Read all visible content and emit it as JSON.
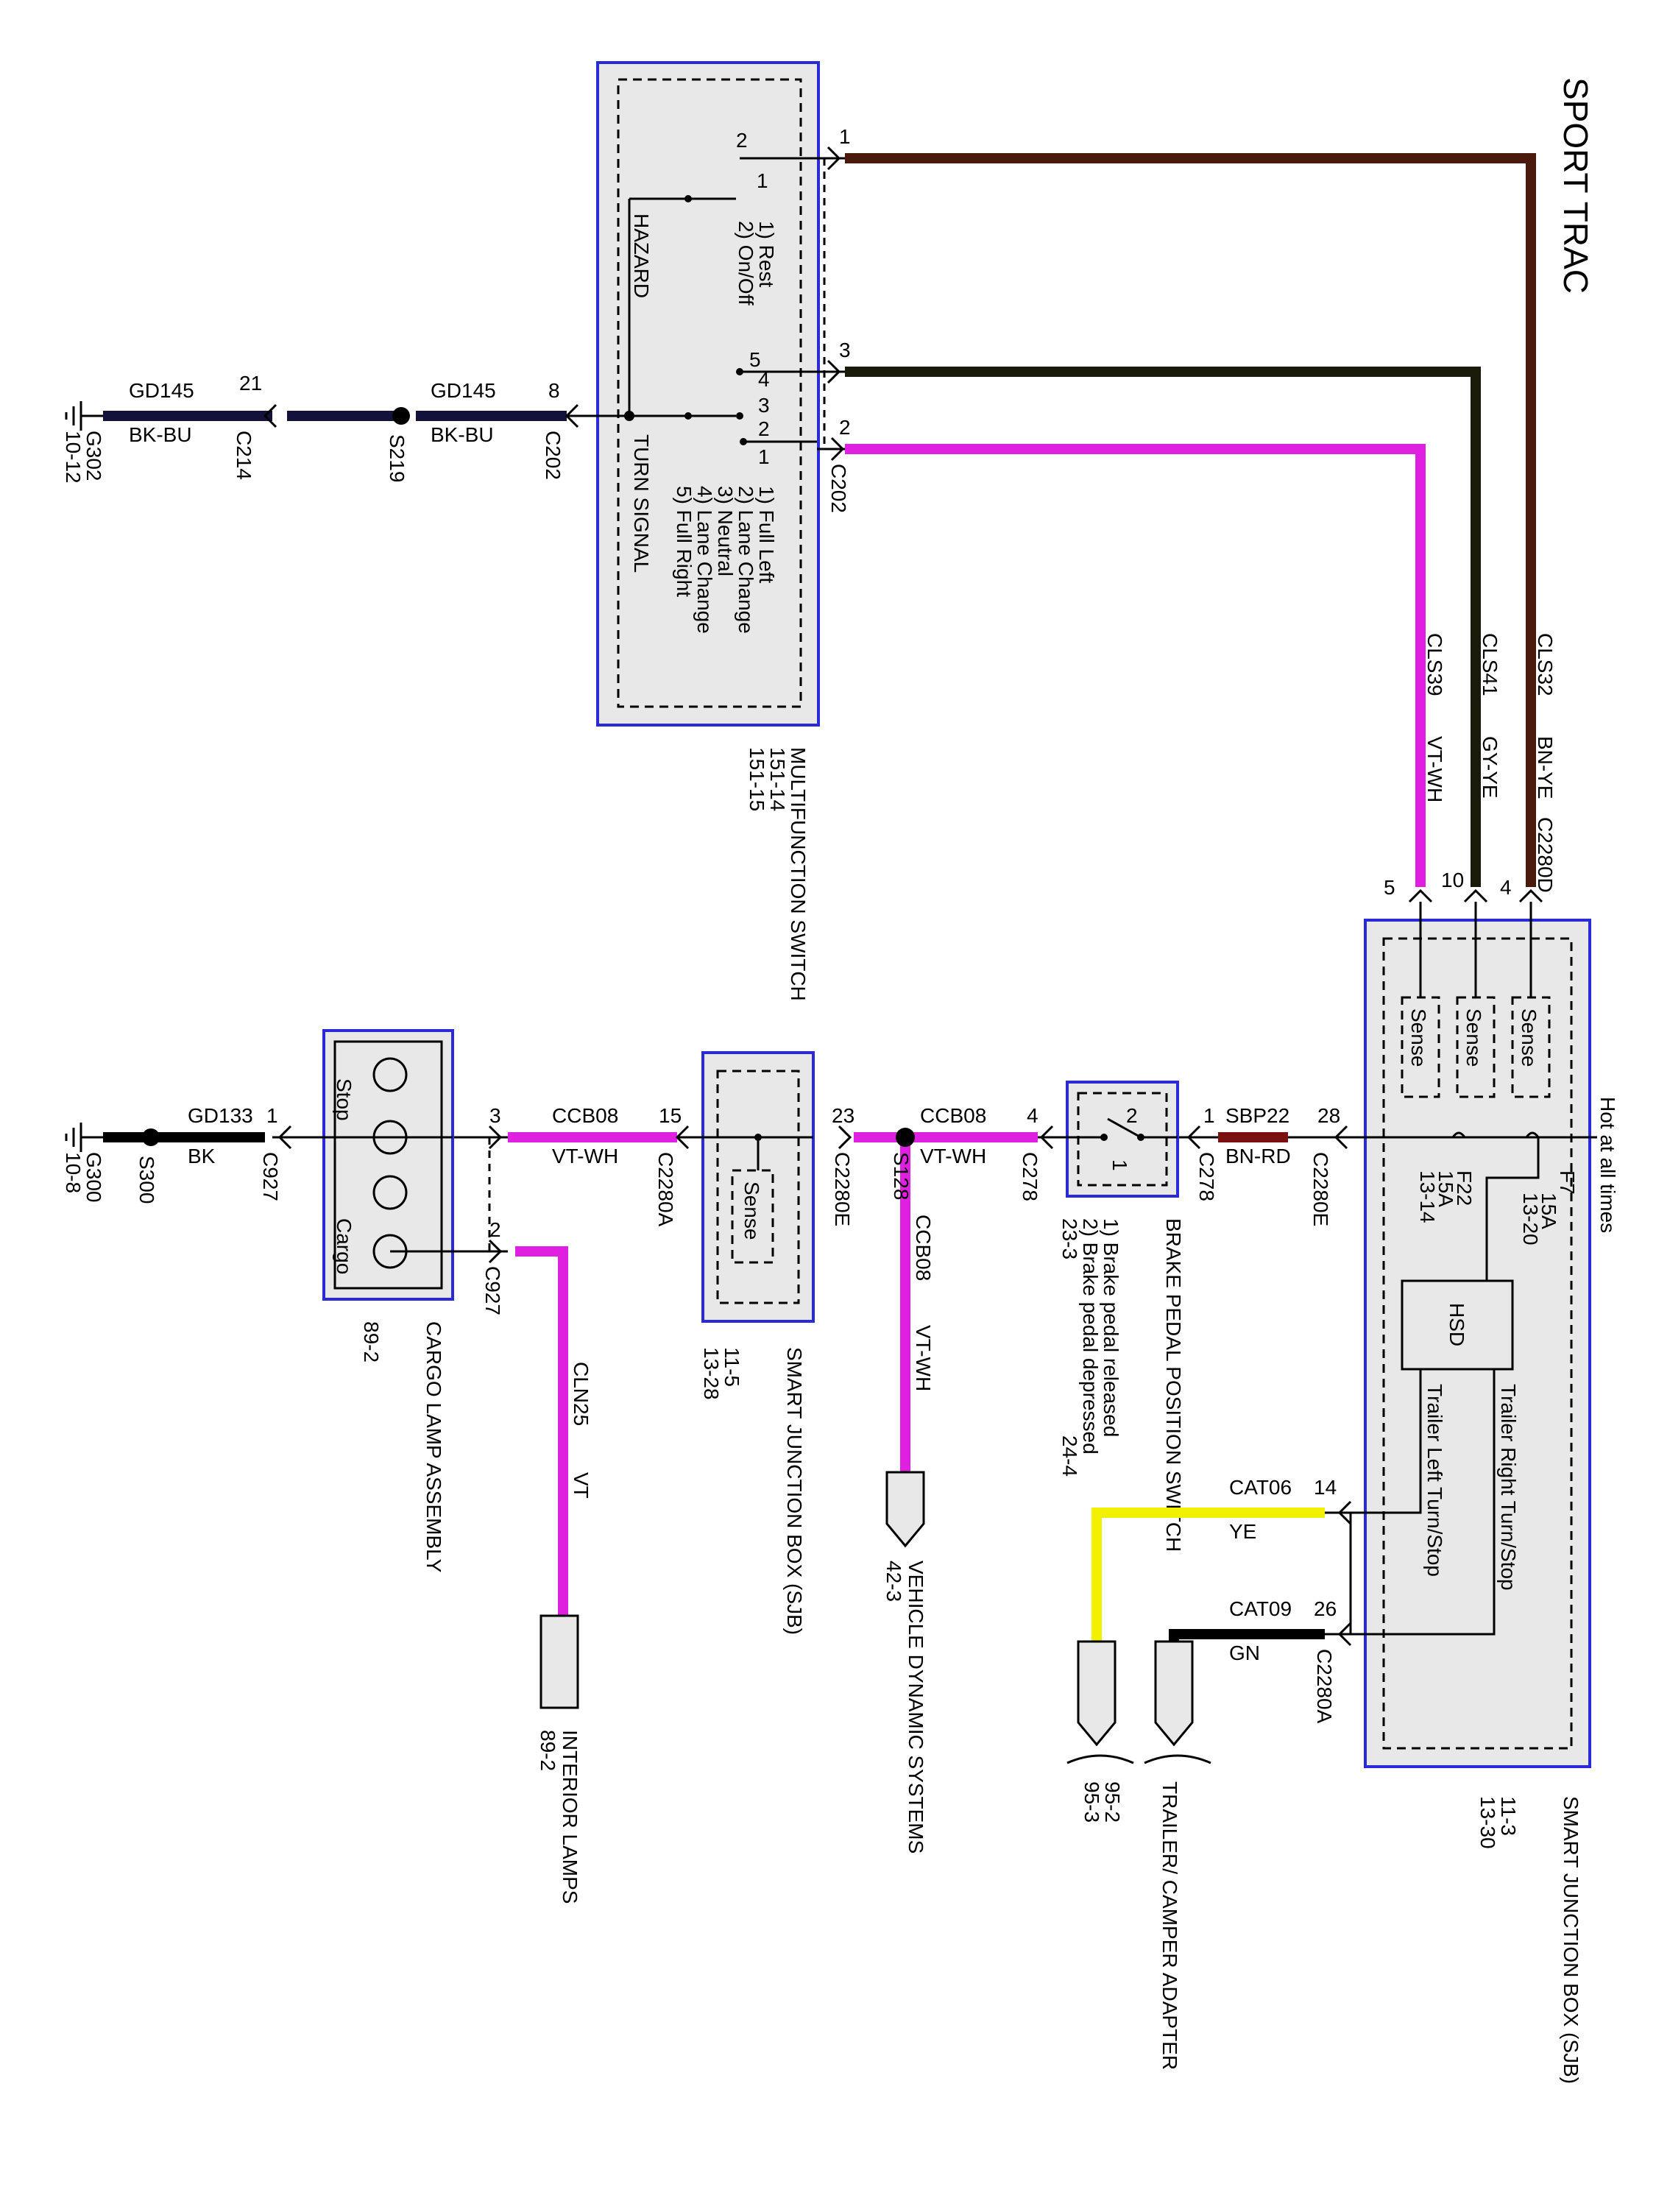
{
  "title": "SPORT TRAC",
  "colors": {
    "bn_ye": "#4a1a0c",
    "gy_ye": "#1a1a0a",
    "vt_wh": "#e020e0",
    "bk_bu": "#12123a",
    "bk": "#000000",
    "bn_rd": "#7a1010",
    "ye": "#f0f000",
    "gn": "#000000",
    "vt": "#e020e0",
    "box_border": "#2a2ad6",
    "box_fill": "#e8e8e8"
  },
  "multifunction_switch": {
    "name": "MULTIFUNCTION SWITCH",
    "refs": [
      "151-14",
      "151-15"
    ],
    "hazard_label": "HAZARD",
    "hazard_positions": [
      "1) Rest",
      "2) On/Off"
    ],
    "turn_signal_label": "TURN SIGNAL",
    "turn_signal_positions": [
      "1) Full Left",
      "2) Lane Change",
      "3) Neutral",
      "4) Lane Change",
      "5) Full Right"
    ],
    "hazard_pins": [
      "2",
      "1"
    ],
    "turn_pins": [
      "5",
      "4",
      "3",
      "2",
      "1"
    ],
    "connector": "C202",
    "pins": [
      "1",
      "3",
      "2"
    ],
    "ground_pin": "8"
  },
  "wires_top": [
    {
      "circuit": "CLS32",
      "color": "BN-YE",
      "pin_mfs": "1",
      "pin_sjb": "4"
    },
    {
      "circuit": "CLS41",
      "color": "GY-YE",
      "pin_mfs": "3",
      "pin_sjb": "10"
    },
    {
      "circuit": "CLS39",
      "color": "VT-WH",
      "pin_mfs": "2",
      "pin_sjb": "5"
    }
  ],
  "sjb_top_connector": "C2280D",
  "ground_mfs": {
    "circuit1": "GD145",
    "color1": "BK-BU",
    "connector1": "C202",
    "splice": "S219",
    "circuit2": "GD145",
    "color2": "BK-BU",
    "connector2": "C214",
    "pin2": "21",
    "ground": "G302",
    "ground_ref": "10-12"
  },
  "sjb_main": {
    "name": "SMART JUNCTION BOX (SJB)",
    "refs": [
      "11-3",
      "13-30"
    ],
    "hot_label": "Hot at all times",
    "sense": [
      "Sense",
      "Sense",
      "Sense"
    ],
    "fuse1": {
      "name": "F22",
      "rating": "15A",
      "ref": "13-14"
    },
    "fuse2": {
      "name": "F7",
      "rating": "15A",
      "ref": "13-20"
    },
    "hsd": "HSD",
    "trailer_right": "Trailer Right Turn/Stop",
    "trailer_left": "Trailer Left Turn/Stop",
    "connector_e": "C2280E",
    "pin_e": "28",
    "connector_a": "C2280A",
    "pin_left": "14",
    "pin_right": "26"
  },
  "brake_feed": {
    "circuit": "SBP22",
    "color": "BN-RD",
    "connector": "C278",
    "pin": "1"
  },
  "brake_switch": {
    "name": "BRAKE PEDAL POSITION SWITCH",
    "positions": [
      "1) Brake pedal released",
      "2) Brake pedal depressed"
    ],
    "refs": [
      "23-3",
      "24-4"
    ],
    "pins": [
      "2",
      "1"
    ]
  },
  "ccb_wire": {
    "circuit": "CCB08",
    "color": "VT-WH",
    "connector": "C278",
    "pin": "4",
    "splice": "S128",
    "branch_circuit": "CCB08",
    "branch_color": "VT-WH",
    "sjb_connector": "C2280E",
    "sjb_pin": "23"
  },
  "vehicle_dynamic": {
    "name": "VEHICLE DYNAMIC SYSTEMS",
    "ref": "42-3"
  },
  "sjb_small": {
    "name": "SMART JUNCTION BOX (SJB)",
    "refs": [
      "11-5",
      "13-28"
    ],
    "sense": "Sense",
    "out_connector": "C2280A",
    "out_pin": "15"
  },
  "cargo_feed": {
    "circuit": "CCB08",
    "color": "VT-WH",
    "connector": "C927",
    "pin": "3"
  },
  "cargo_lamp": {
    "name": "CARGO LAMP ASSEMBLY",
    "ref": "89-2",
    "stop": "Stop",
    "cargo": "Cargo",
    "pin2": "2",
    "connector2": "C927"
  },
  "interior": {
    "circuit": "CLN25",
    "color": "VT",
    "name": "INTERIOR LAMPS",
    "ref": "89-2"
  },
  "ground_cargo": {
    "circuit": "GD133",
    "color": "BK",
    "connector": "C927",
    "pin": "1",
    "splice": "S300",
    "ground": "G300",
    "ground_ref": "10-8"
  },
  "trailer": {
    "name": "TRAILER/ CAMPER ADAPTER",
    "refs": [
      "95-2",
      "95-3"
    ],
    "wire1": {
      "circuit": "CAT06",
      "color": "YE"
    },
    "wire2": {
      "circuit": "CAT09",
      "color": "GN"
    },
    "connector": "C2280A"
  }
}
